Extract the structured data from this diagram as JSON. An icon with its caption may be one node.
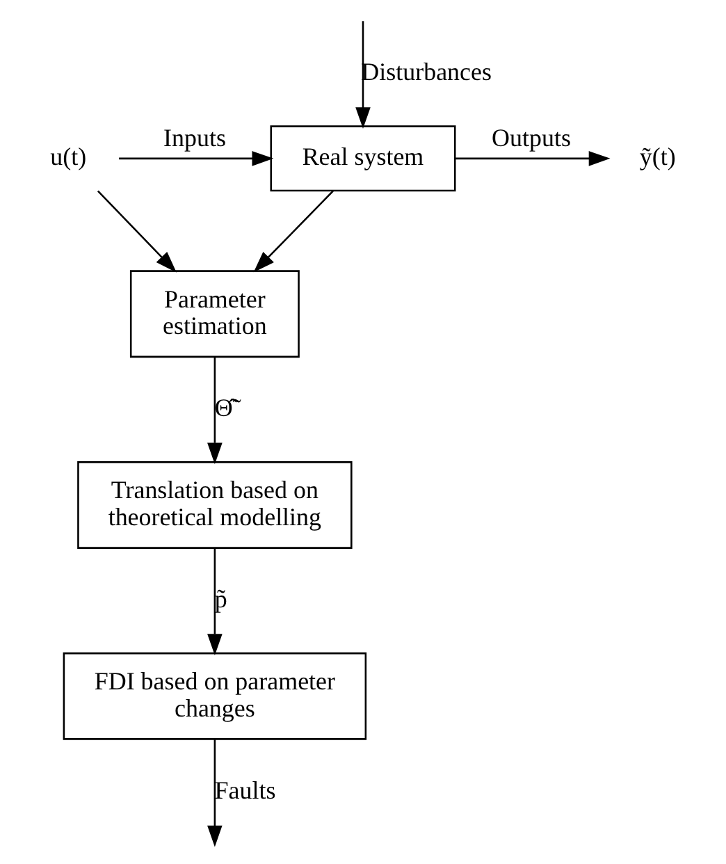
{
  "diagram": {
    "nodes": [
      {
        "text": [
          "Real system"
        ]
      },
      {
        "text": [
          "Parameter estimation"
        ]
      },
      {
        "text": [
          "Translation based on theoretical modelling"
        ]
      },
      {
        "text": [
          "FDI based on parameter changes"
        ]
      },
      {
        "text": [
          "u(t)"
        ]
      },
      {
        "text": [
          "ỹ(t)"
        ]
      }
    ],
    "edges": [
      {
        "from": null,
        "to": 0,
        "arrow": "to",
        "label": "Disturbances"
      },
      {
        "from": 4,
        "to": 0,
        "arrow": "to",
        "label": "Inputs"
      },
      {
        "from": 0,
        "to": 5,
        "arrow": "to",
        "label": "Outputs"
      },
      {
        "from": 4,
        "to": 1,
        "arrow": "to"
      },
      {
        "from": 0,
        "to": 1,
        "arrow": "to"
      },
      {
        "from": 1,
        "to": 2,
        "arrow": "to",
        "label": "Θ̃̂"
      },
      {
        "from": 2,
        "to": 3,
        "arrow": "to",
        "label": "p̃"
      },
      {
        "from": 3,
        "to": null,
        "arrow": "to",
        "label": "Faults"
      }
    ]
  }
}
